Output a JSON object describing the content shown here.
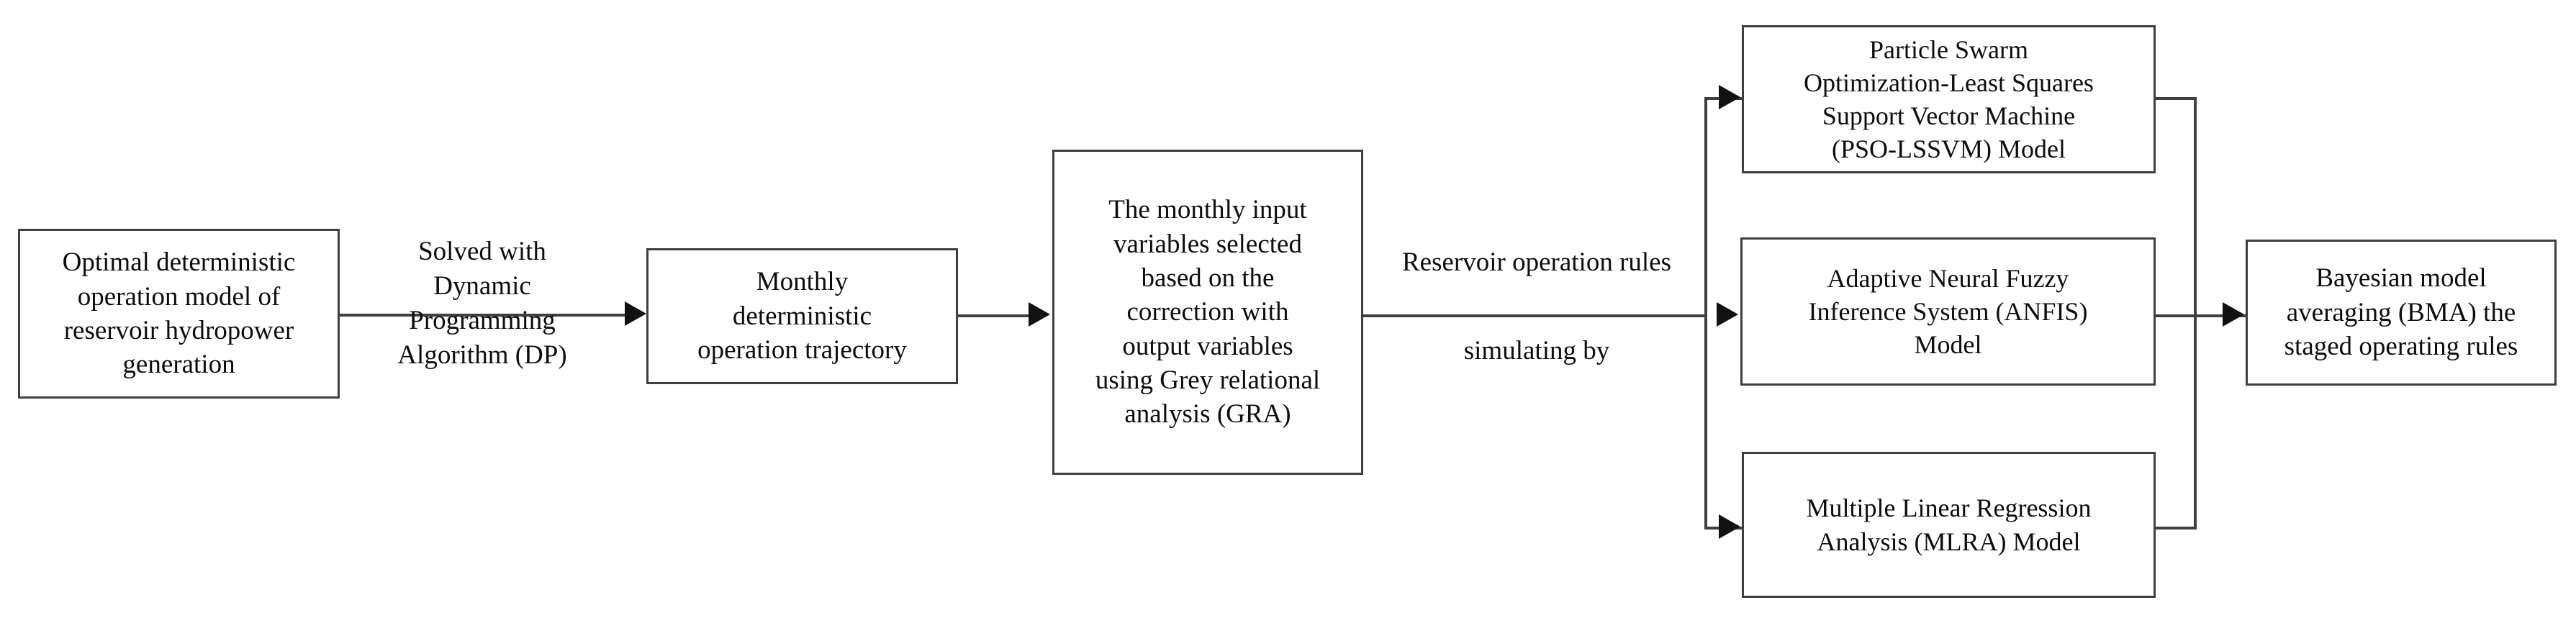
{
  "diagram": {
    "title": "Reservoir hydropower operation rule derivation flowchart",
    "line_color": "#3f3f3f",
    "text_color": "#0d0d0d",
    "background": "#ffffff",
    "nodes": [
      {
        "id": "optimal-deterministic-model",
        "label": "Optimal deterministic\noperation model of\nreservoir hydropower\ngeneration"
      },
      {
        "id": "monthly-trajectory",
        "label": "Monthly\ndeterministic\noperation trajectory"
      },
      {
        "id": "monthly-input-variables",
        "label": "The monthly input\nvariables selected\nbased on the\ncorrection with\noutput variables\nusing Grey relational\nanalysis (GRA)"
      },
      {
        "id": "pso-lssvm-model",
        "label": "Particle Swarm\nOptimization-Least Squares\nSupport Vector Machine\n(PSO-LSSVM) Model"
      },
      {
        "id": "anfis-model",
        "label": "Adaptive Neural Fuzzy\nInference System (ANFIS)\nModel"
      },
      {
        "id": "mlra-model",
        "label": "Multiple Linear Regression\nAnalysis (MLRA) Model"
      },
      {
        "id": "bma-staged-rules",
        "label": "Bayesian model\naveraging (BMA) the\nstaged operating rules"
      }
    ],
    "edge_labels": [
      {
        "id": "solved-with-dp",
        "text": "Solved  with\nDynamic\nProgramming\nAlgorithm (DP)"
      },
      {
        "id": "reservoir-operation-rules",
        "text": "Reservoir operation rules"
      },
      {
        "id": "simulating-by",
        "text": "simulating by"
      }
    ]
  }
}
